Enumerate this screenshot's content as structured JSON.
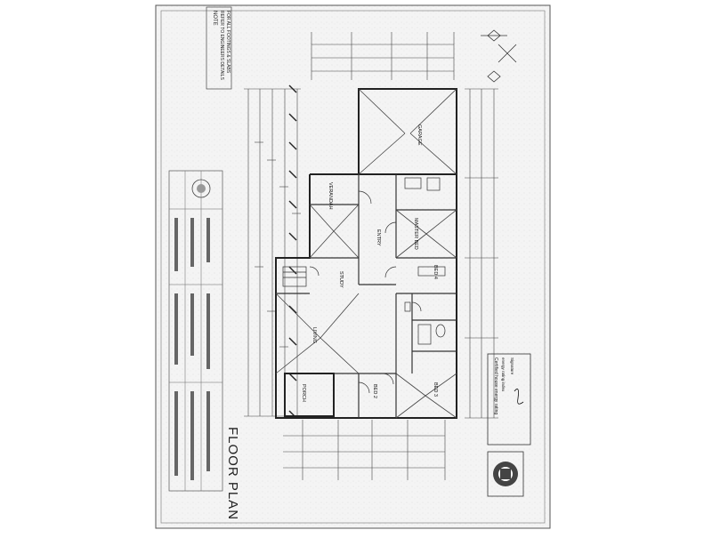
{
  "document": {
    "title": "FLOOR PLAN",
    "rooms": {
      "garage": "GARAGE",
      "master_bed": "MASTER BED",
      "verandah": "VERANDAH",
      "study": "STUDY",
      "living": "LIVING",
      "porch": "PORCH",
      "bed_2": "BED 2",
      "bed_3": "BED 3",
      "entry": "ENTRY",
      "bed_4": "BED 4"
    },
    "notes": {
      "top_left_1": "NOTE",
      "top_left_2": "REFER TO ENGINEERS DETAILS",
      "top_left_3": "FOR ALL FOOTINGS & SLABS",
      "energy_1": "Certified house energy rating",
      "energy_2": "energy rating index",
      "energy_3": "Signature"
    }
  }
}
